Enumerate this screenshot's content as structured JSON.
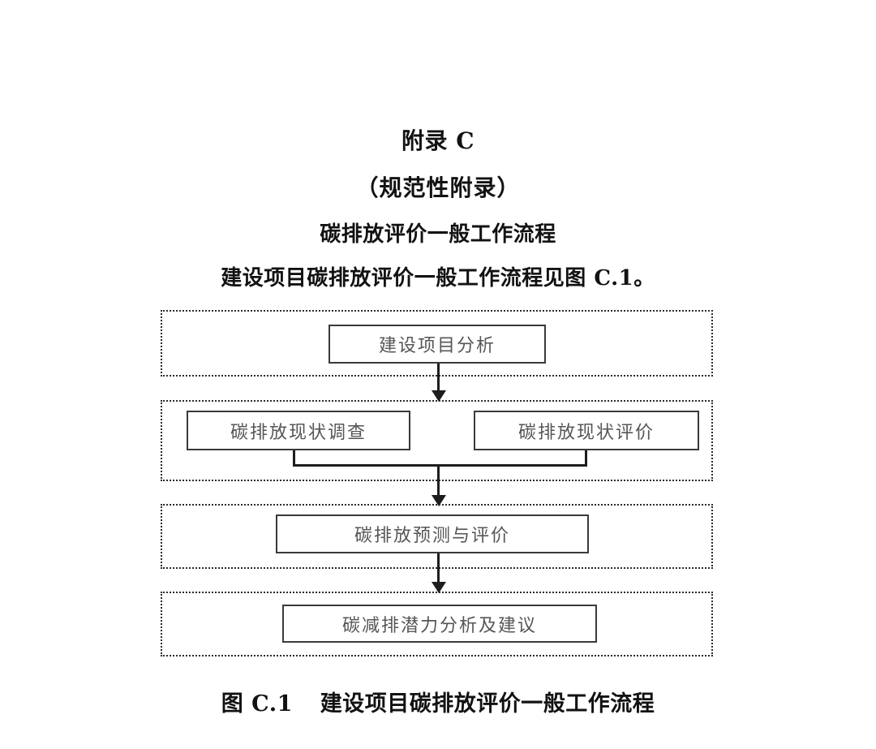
{
  "document": {
    "heading": {
      "appendix_label": "附录 C",
      "normative_label": "（规范性附录）",
      "subject_title": "碳排放评价一般工作流程",
      "lead_sentence": "建设项目碳排放评价一般工作流程见图 C.1。"
    },
    "figure": {
      "caption_number": "图 C.1",
      "caption_title": "建设项目碳排放评价一般工作流程"
    }
  },
  "chart_data": {
    "type": "diagram",
    "title": "建设项目碳排放评价一般工作流程",
    "orientation": "top-to-bottom",
    "stages": [
      {
        "index": 1,
        "nodes": [
          "建设项目分析"
        ]
      },
      {
        "index": 2,
        "nodes": [
          "碳排放现状调查",
          "碳排放现状评价"
        ]
      },
      {
        "index": 3,
        "nodes": [
          "碳排放预测与评价"
        ]
      },
      {
        "index": 4,
        "nodes": [
          "碳减排潜力分析及建议"
        ]
      }
    ],
    "nodes": {
      "node_1": "建设项目分析",
      "node_2a": "碳排放现状调查",
      "node_2b": "碳排放现状评价",
      "node_3": "碳排放预测与评价",
      "node_4": "碳减排潜力分析及建议"
    },
    "edges": [
      {
        "from": "建设项目分析",
        "to": "碳排放现状调查/碳排放现状评价",
        "style": "arrow"
      },
      {
        "from": "碳排放现状调查/碳排放现状评价",
        "to": "碳排放预测与评价",
        "style": "arrow"
      },
      {
        "from": "碳排放预测与评价",
        "to": "碳减排潜力分析及建议",
        "style": "arrow"
      }
    ],
    "colors": {
      "node_border": "#3a3a3a",
      "node_text": "#565656",
      "stage_border": "#2b2b2b",
      "connector": "#1d1d1d",
      "background": "#ffffff",
      "heading_text": "#121212"
    },
    "stage_border_style": "dotted",
    "node_border_style": "solid"
  }
}
